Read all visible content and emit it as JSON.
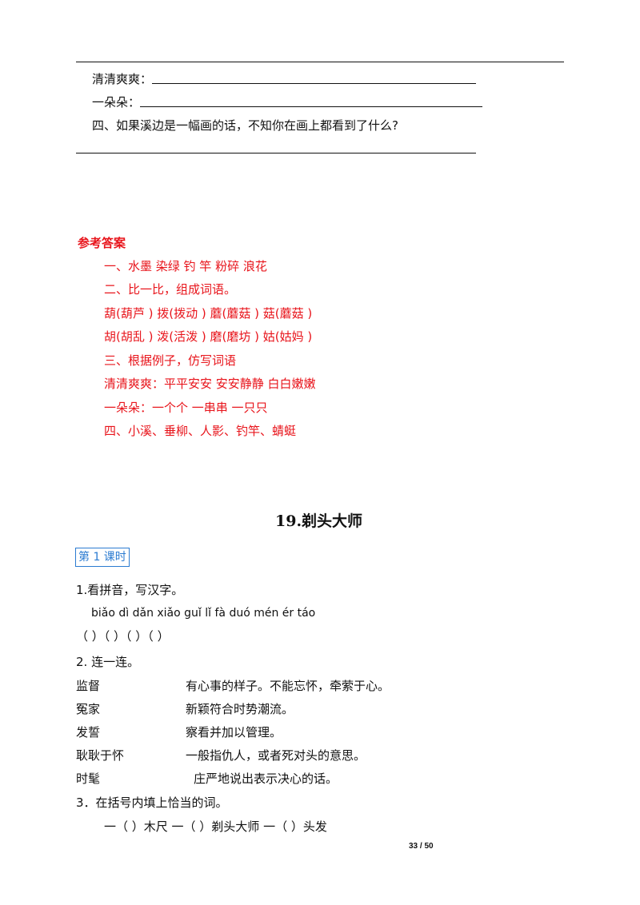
{
  "top": {
    "qingqing_label": "清清爽爽：",
    "yiduoduo_label": "一朵朵：",
    "q4": "四、如果溪边是一幅画的话，不知你在画上都看到了什么?"
  },
  "answers": {
    "title": "参考答案",
    "lines": [
      "一、水墨  染绿  钓  竿    粉碎    浪花",
      "二、比一比，组成词语。",
      "葫(葫芦  )  拨(拨动  )  蘑(蘑菇  )  菇(蘑菇  )",
      "胡(胡乱  )  泼(活泼  )  磨(磨坊  )  姑(姑妈  )",
      "三、根据例子，仿写词语",
      "清清爽爽：平平安安  安安静静  白白嫩嫩",
      "一朵朵：一个个  一串串  一只只",
      "四、小溪、垂柳、人影、钓竿、蜻蜓"
    ]
  },
  "lesson": {
    "title": "19.剃头大师",
    "section": "第 1 课时",
    "q1": "1.看拼音，写汉字。",
    "pinyin": "biǎo dì    dǎn xiǎo guǐ   lǐ fà    duó mén ér táo",
    "brackets": "（          ）（               ）（        ）（               ）",
    "q2": "2. 连一连。",
    "match_left": [
      "监督",
      "冤家",
      "发誓",
      "耿耿于怀",
      "时髦"
    ],
    "match_right": [
      "有心事的样子。不能忘怀，牵萦于心。",
      "新颖符合时势潮流。",
      "察看并加以管理。",
      "一般指仇人，或者死对头的意思。",
      "庄严地说出表示决心的话。"
    ],
    "q3": "3．在括号内填上恰当的词。",
    "q3_items": "一（    ）木尺        一（    ）剃头大师        一（    ）头发"
  },
  "page_number": "33 / 50"
}
